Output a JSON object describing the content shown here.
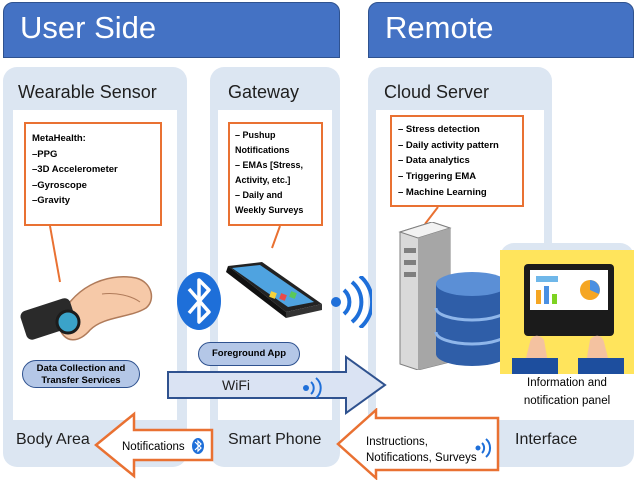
{
  "headers": {
    "user_side": "User Side",
    "remote": "Remote"
  },
  "columns": {
    "wearable": {
      "title": "Wearable Sensor",
      "bottom": "Body Area",
      "items": [
        "MetaHealth:",
        "–PPG",
        "–3D Accelerometer",
        "–Gyroscope",
        "–Gravity"
      ],
      "service": [
        "Data Collection and",
        "Transfer Services"
      ]
    },
    "gateway": {
      "title": "Gateway",
      "bottom": "Smart Phone",
      "items": [
        "– Pushup",
        "Notifications",
        "– EMAs [Stress,",
        "Activity, etc.]",
        "– Daily and",
        "Weekly Surveys"
      ],
      "app": "Foreground App"
    },
    "cloud": {
      "title": "Cloud Server",
      "items": [
        "– Stress detection",
        "– Daily activity pattern",
        "– Data analytics",
        "– Triggering EMA",
        "– Machine Learning"
      ]
    },
    "interface": {
      "bottom": "Interface",
      "panel": [
        "Information and",
        "notification panel"
      ]
    }
  },
  "arrows": {
    "wifi": "WiFi",
    "notifications": "Notifications",
    "instructions": [
      "Instructions,",
      "Notifications, Surveys"
    ]
  },
  "colors": {
    "header": "#4472c4",
    "column": "#dce6f2",
    "callout": "#e97132",
    "pill": "#b4c7e7",
    "arrow_fill": "#dae3f3"
  },
  "icons": [
    "bluetooth-icon",
    "wifi-signal-icon",
    "smartphone-icon",
    "smartwatch-icon",
    "server-icon",
    "database-icon",
    "laptop-icon"
  ]
}
